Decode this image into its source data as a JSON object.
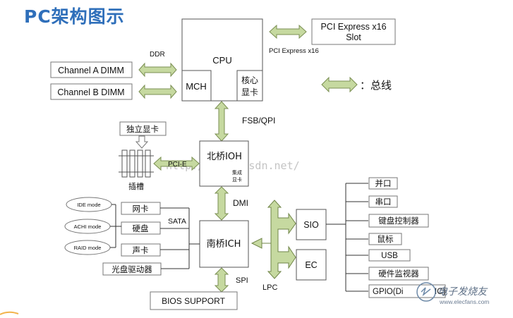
{
  "title": "PC架构图示",
  "cpu": {
    "label": "CPU",
    "mch": "MCH",
    "gpu_line1": "核心",
    "gpu_line2": "显卡"
  },
  "pcie_slot": {
    "line1": "PCI Express x16",
    "line2": "Slot"
  },
  "pcie_link_label": "PCI Express x16",
  "ddr_label": "DDR",
  "channel_a": "Channel A DIMM",
  "channel_b": "Channel B DIMM",
  "legend_label": "：总线",
  "fsb_label": "FSB/QPI",
  "discrete_gpu": "独立显卡",
  "slot_label": "插槽",
  "pcie_label": "PCI-E",
  "north_bridge": {
    "label": "北桥IOH",
    "sub1": "集成",
    "sub2": "显卡"
  },
  "watermark": "http://blog.csdn.net/",
  "dmi_label": "DMI",
  "south_bridge": "南桥ICH",
  "sata_label": "SATA",
  "spi_label": "SPI",
  "lpc_label": "LPC",
  "bios": "BIOS SUPPORT",
  "sio": "SIO",
  "ec": "EC",
  "south_devices": [
    "网卡",
    "硬盘",
    "声卡",
    "光盘驱动器"
  ],
  "disk_modes": [
    "IDE mode",
    "ACHI mode",
    "RAID mode"
  ],
  "sio_devices": [
    "并口",
    "串口",
    "键盘控制器",
    "鼠标",
    "USB",
    "硬件监视器",
    "GPIO(Di"
  ],
  "gpio_tail": "IC)",
  "corner_logo": "电子发烧友",
  "corner_url": "www.elecfans.com",
  "colors": {
    "title": "#2f6fba",
    "bus_arrow": "#c6d9a0",
    "bus_arrow_border": "#7b8f53"
  }
}
